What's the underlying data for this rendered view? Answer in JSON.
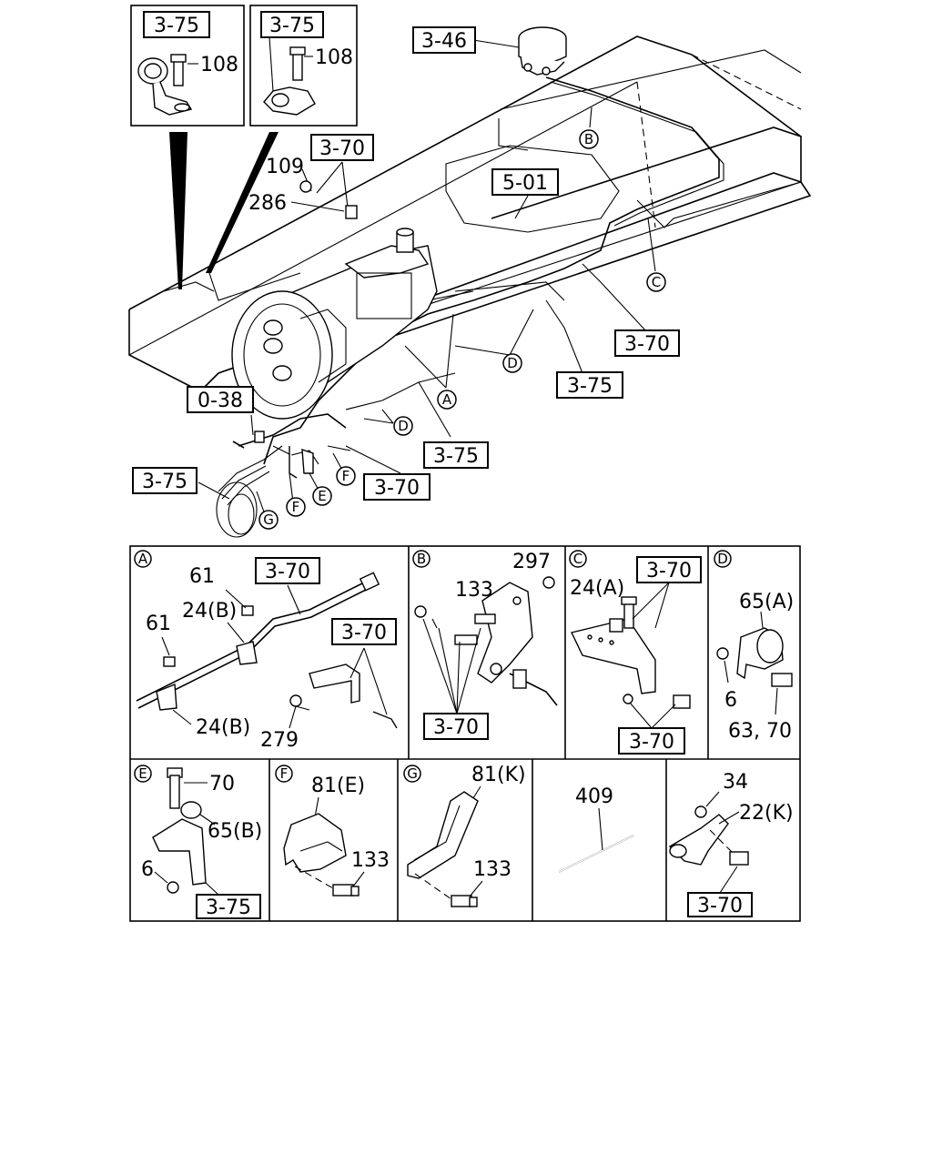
{
  "diagram": {
    "top_insets": [
      {
        "ref": "3-75",
        "part": "108"
      },
      {
        "ref": "3-75",
        "part": "108"
      }
    ],
    "main_refs": {
      "r346": "3-46",
      "r501": "5-01",
      "r370_top": "3-70",
      "r370_right": "3-70",
      "r375_right": "3-75",
      "r038": "0-38",
      "r375_mid": "3-75",
      "r375_left": "3-75",
      "r370_bottom": "3-70"
    },
    "main_parts": {
      "p109": "109",
      "p286": "286"
    },
    "callouts": {
      "A": "A",
      "B": "B",
      "C": "C",
      "D": "D",
      "E": "E",
      "F": "F",
      "G": "G"
    },
    "panels": {
      "A": {
        "letter": "A",
        "ref1": "3-70",
        "ref2": "3-70",
        "p61a": "61",
        "p24b_a": "24(B)",
        "p61b": "61",
        "p24b_b": "24(B)",
        "p279": "279"
      },
      "B": {
        "letter": "B",
        "p297": "297",
        "p133": "133",
        "ref": "3-70"
      },
      "C": {
        "letter": "C",
        "p24a": "24(A)",
        "ref1": "3-70",
        "ref2": "3-70"
      },
      "D": {
        "letter": "D",
        "p65a": "65(A)",
        "p6": "6",
        "p6370": "63, 70"
      },
      "E": {
        "letter": "E",
        "p70": "70",
        "p65b": "65(B)",
        "p6": "6",
        "ref": "3-75"
      },
      "F": {
        "letter": "F",
        "p81e": "81(E)",
        "p133": "133"
      },
      "G": {
        "letter": "G",
        "p81k": "81(K)",
        "p133": "133"
      },
      "H": {
        "p409": "409"
      },
      "I": {
        "p34": "34",
        "p22k": "22(K)",
        "ref": "3-70"
      }
    }
  }
}
